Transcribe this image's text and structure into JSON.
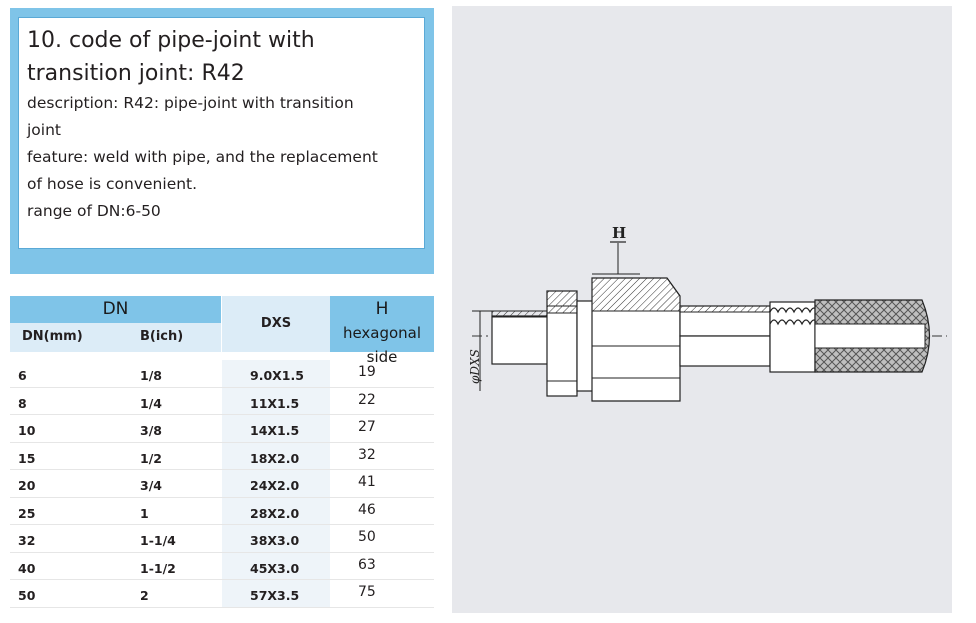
{
  "description": {
    "title": "10. code of pipe-joint with transition joint: R42",
    "lines": [
      "description: R42: pipe-joint with transition",
      "joint",
      "feature: weld with pipe, and the replacement",
      "of hose is convenient.",
      "range of DN:6-50"
    ]
  },
  "table": {
    "header": {
      "dn": "DN",
      "dn_mm": "DN(mm)",
      "b_inch": "B(ich)",
      "dxs": "DXS",
      "h": "H",
      "h_sub": "hexagonal side"
    },
    "rows": [
      {
        "dn": "6",
        "b": "1/8",
        "dxs": "9.0X1.5",
        "h": "19"
      },
      {
        "dn": "8",
        "b": "1/4",
        "dxs": "11X1.5",
        "h": "22"
      },
      {
        "dn": "10",
        "b": "3/8",
        "dxs": "14X1.5",
        "h": "27"
      },
      {
        "dn": "15",
        "b": "1/2",
        "dxs": "18X2.0",
        "h": "32"
      },
      {
        "dn": "20",
        "b": "3/4",
        "dxs": "24X2.0",
        "h": "41"
      },
      {
        "dn": "25",
        "b": "1",
        "dxs": "28X2.0",
        "h": "46"
      },
      {
        "dn": "32",
        "b": "1-1/4",
        "dxs": "38X3.0",
        "h": "50"
      },
      {
        "dn": "40",
        "b": "1-1/2",
        "dxs": "45X3.0",
        "h": "63"
      },
      {
        "dn": "50",
        "b": "2",
        "dxs": "57X3.5",
        "h": "75"
      }
    ]
  },
  "drawing": {
    "label_h": "H",
    "label_dxs": "φDXS"
  },
  "colors": {
    "accent_blue": "#7fc4e8",
    "light_blue": "#dcecf7",
    "drawing_bg": "#e7e8ec"
  }
}
